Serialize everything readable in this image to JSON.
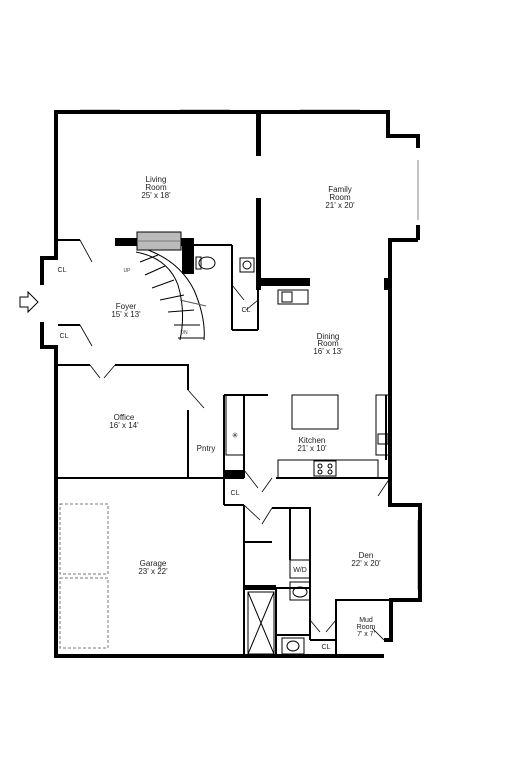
{
  "rooms": {
    "living": {
      "name": "Living",
      "name2": "Room",
      "size": "25' x 18'"
    },
    "family": {
      "name": "Family",
      "name2": "Room",
      "size": "21' x 20'"
    },
    "foyer": {
      "name": "Foyer",
      "size": "15' x 13'"
    },
    "dining": {
      "name": "Dining",
      "name2": "Room",
      "size": "16' x 13'"
    },
    "office": {
      "name": "Office",
      "size": "16' x 14'"
    },
    "pantry": {
      "name": "Pntry"
    },
    "kitchen": {
      "name": "Kitchen",
      "size": "21' x 10'"
    },
    "garage": {
      "name": "Garage",
      "size": "23' x 22'"
    },
    "den": {
      "name": "Den",
      "size": "22' x 20'"
    },
    "mud": {
      "name": "Mud",
      "name2": "Room",
      "size": "7' x 7'"
    }
  },
  "closets": {
    "cl1": "CL",
    "cl2": "CL",
    "cl3": "CL",
    "cl4": "CL",
    "cl5": "CL"
  },
  "laundry": "W/D",
  "stairs": {
    "up": "UP",
    "down": "DN"
  }
}
